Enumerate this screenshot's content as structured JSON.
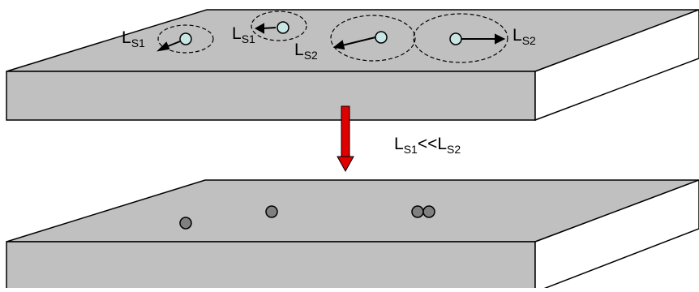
{
  "diagram": {
    "top_slab": {
      "labels": [
        {
          "main": "L",
          "sub": "S1"
        },
        {
          "main": "L",
          "sub": "S1"
        },
        {
          "main": "L",
          "sub": "S2"
        },
        {
          "main": "L",
          "sub": "S2"
        }
      ]
    },
    "transition": {
      "arrow_color": "#e00000",
      "relation": {
        "a_main": "L",
        "a_sub": "S1",
        "op": "<<",
        "b_main": "L",
        "b_sub": "S2"
      }
    },
    "colors": {
      "slab_face": "#c0c0c0",
      "slab_side": "#ffffff",
      "mobile_particle": "#c9e6e6",
      "immobile_particle": "#808080"
    }
  }
}
